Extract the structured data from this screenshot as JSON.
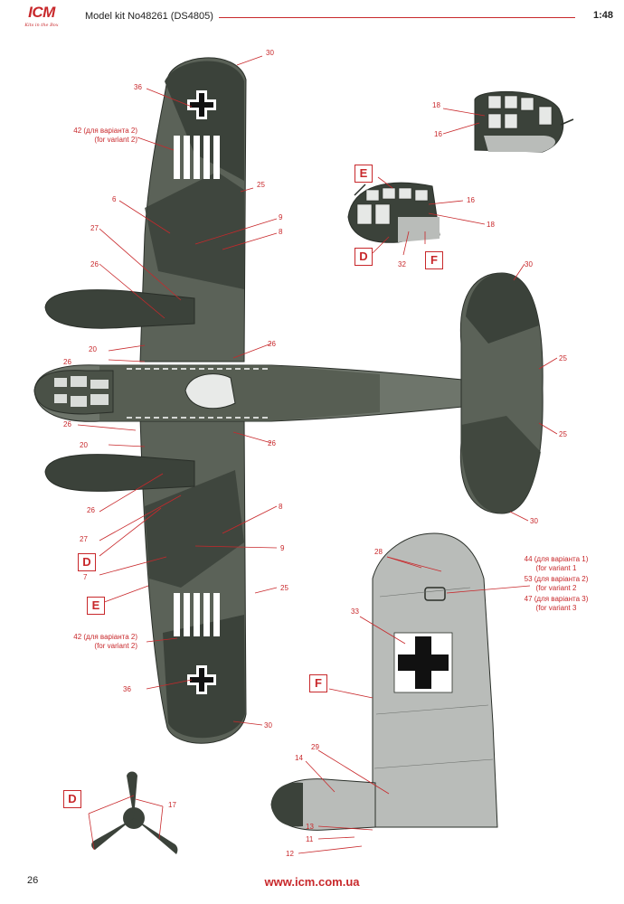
{
  "header": {
    "logo_text": "ICM",
    "logo_tagline": "Kits in the Box",
    "kit_title": "Model kit No48261 (DS4805)",
    "scale": "1:48"
  },
  "callouts": {
    "c30_nose_top": "30",
    "c36_top": "36",
    "c42_top_line1": "42 (для варіанта 2)",
    "c42_top_line2": "(for variant 2)",
    "c25_wing_top": "25",
    "c6": "6",
    "c9_top": "9",
    "c8_top": "8",
    "c27_top": "27",
    "c26_a": "26",
    "c20_a": "20",
    "c26_b": "26",
    "c26_c": "26",
    "c26_d": "26",
    "c20_b": "20",
    "c26_e": "26",
    "c26_f": "26",
    "c8_bottom": "8",
    "c27_bottom": "27",
    "c9_bottom": "9",
    "c7": "7",
    "c25_wing_bottom": "25",
    "c42_bottom_line1": "42 (для варіанта 2)",
    "c42_bottom_line2": "(for variant 2)",
    "c36_bottom": "36",
    "c30_bottom": "30",
    "c30_tail_top": "30",
    "c25_tail_a": "25",
    "c25_tail_b": "25",
    "c30_tail_bottom": "30",
    "c18_a": "18",
    "c16_a": "16",
    "c16_b": "16",
    "c18_b": "18",
    "c32": "32",
    "c28": "28",
    "c44_line1": "44 (для варіанта 1)",
    "c44_line2": "(for variant 1",
    "c53_line1": "53 (для варіанта 2)",
    "c53_line2": "(for variant 2",
    "c47_line1": "47 (для варіанта 3)",
    "c47_line2": "(for variant 3",
    "c33": "33",
    "c29": "29",
    "c14": "14",
    "c13": "13",
    "c11": "11",
    "c12": "12",
    "c17": "17"
  },
  "box_letters": {
    "e_top": "E",
    "d_top": "D",
    "f_top": "F",
    "d_mid": "D",
    "e_mid": "E",
    "f_side": "F",
    "d_prop": "D"
  },
  "footer": {
    "page_number": "26",
    "website": "www.icm.com.ua"
  },
  "colors": {
    "accent_red": "#c8282b",
    "camo_dark": "#3b423a",
    "camo_mid": "#5b6258",
    "camo_light": "#7d847a",
    "underside_grey": "#b9bcb9",
    "panel_line": "#2a2f29"
  }
}
